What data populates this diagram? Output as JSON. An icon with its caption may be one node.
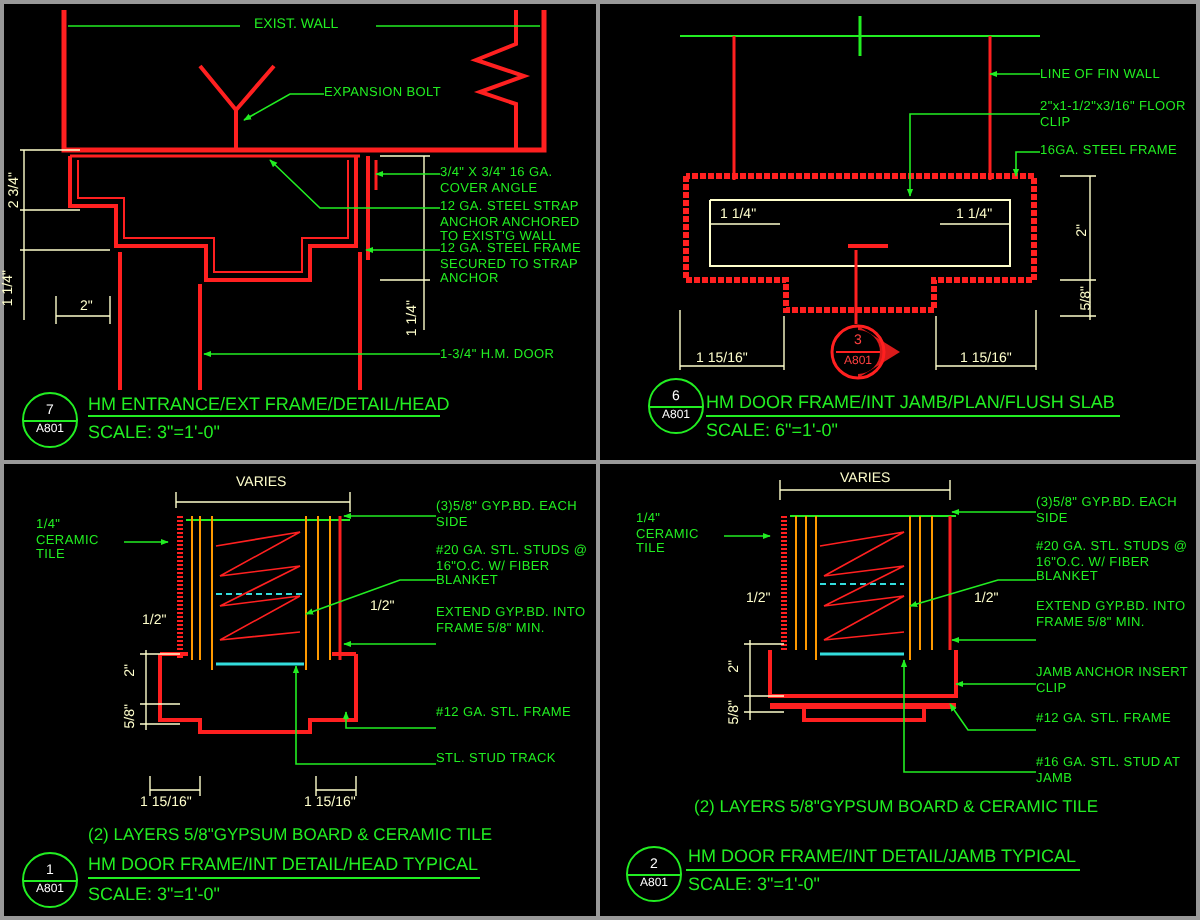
{
  "diagram": {
    "nodes": [
      {
        "text": [
          "EXPANSION BOLT"
        ]
      },
      {
        "text": [
          "3/4\" X 3/4\" 16 GA. COVER ANGLE"
        ]
      },
      {
        "text": [
          "12 GA. STEEL STRAP ANCHOR ANCHORED TO EXIST'G WALL"
        ]
      },
      {
        "text": [
          "12 GA. STEEL FRAME SECURED TO STRAP ANCHOR"
        ]
      },
      {
        "text": [
          "1-3/4\" H.M. DOOR"
        ]
      },
      {
        "text": [
          "7",
          "A801"
        ]
      },
      {
        "text": [
          "LINE OF FIN WALL"
        ]
      },
      {
        "text": [
          "2\"x1-1/2\"x3/16\" FLOOR CLIP"
        ]
      },
      {
        "text": [
          "16GA. STEEL FRAME"
        ]
      },
      {
        "text": [
          "3",
          "A801"
        ]
      },
      {
        "text": [
          "6",
          "A801"
        ]
      },
      {
        "text": [
          "1/4\" CERAMIC TILE"
        ]
      },
      {
        "text": [
          "(3)5/8\" GYP.BD. EACH SIDE"
        ]
      },
      {
        "text": [
          "#20 GA. STL. STUDS @ 16\"O.C. W/ FIBER BLANKET"
        ]
      },
      {
        "text": [
          "EXTEND GYP.BD. INTO FRAME 5/8\" MIN."
        ]
      },
      {
        "text": [
          "#12 GA. STL. FRAME"
        ]
      },
      {
        "text": [
          "STL. STUD TRACK"
        ]
      },
      {
        "text": [
          "1",
          "A801"
        ]
      },
      {
        "text": [
          "1/4\" CERAMIC TILE"
        ]
      },
      {
        "text": [
          "(3)5/8\" GYP.BD. EACH SIDE"
        ]
      },
      {
        "text": [
          "#20 GA. STL. STUDS @ 16\"O.C. W/ FIBER BLANKET"
        ]
      },
      {
        "text": [
          "EXTEND GYP.BD. INTO FRAME 5/8\" MIN."
        ]
      },
      {
        "text": [
          "JAMB ANCHOR INSERT CLIP"
        ]
      },
      {
        "text": [
          "#12 GA. STL. FRAME"
        ]
      },
      {
        "text": [
          "#16 GA. STL. STUD AT JAMB"
        ]
      },
      {
        "text": [
          "2",
          "A801"
        ]
      }
    ],
    "edges": [
      {
        "from": 0,
        "to": null,
        "arrow": "to"
      },
      {
        "from": 1,
        "to": null,
        "arrow": "to"
      },
      {
        "from": 2,
        "to": null,
        "arrow": "to"
      },
      {
        "from": 3,
        "to": null,
        "arrow": "to"
      },
      {
        "from": 4,
        "to": null,
        "arrow": "to"
      },
      {
        "from": 6,
        "to": null,
        "arrow": "to"
      },
      {
        "from": 7,
        "to": null,
        "arrow": "to"
      },
      {
        "from": 8,
        "to": null,
        "arrow": "to"
      },
      {
        "from": 11,
        "to": null,
        "arrow": "to"
      },
      {
        "from": 12,
        "to": null,
        "arrow": "to"
      },
      {
        "from": 13,
        "to": null,
        "arrow": "to"
      },
      {
        "from": 14,
        "to": null,
        "arrow": "to"
      },
      {
        "from": 15,
        "to": null,
        "arrow": "to"
      },
      {
        "from": 16,
        "to": null,
        "arrow": "to"
      },
      {
        "from": 18,
        "to": null,
        "arrow": "to"
      },
      {
        "from": 19,
        "to": null,
        "arrow": "to"
      },
      {
        "from": 20,
        "to": null,
        "arrow": "to"
      },
      {
        "from": 21,
        "to": null,
        "arrow": "to"
      },
      {
        "from": 22,
        "to": null,
        "arrow": "to"
      },
      {
        "from": 23,
        "to": null,
        "arrow": "to"
      },
      {
        "from": 24,
        "to": null,
        "arrow": "to"
      }
    ],
    "labels": [
      "EXIST. WALL",
      "2 3/4\"",
      "1 1/4\"",
      "2\"",
      "1 1/4\"",
      "HM ENTRANCE/EXT FRAME/DETAIL/HEAD",
      "SCALE: 3\"=1'-0\"",
      "1 1/4\"",
      "1 1/4\"",
      "2\"",
      "5/8\"",
      "1 15/16\"",
      "1 15/16\"",
      "HM DOOR FRAME/INT JAMB/PLAN/FLUSH SLAB",
      "SCALE: 6\"=1'-0\"",
      "VARIES",
      "1/2\"",
      "1/2\"",
      "2\"",
      "5/8\"",
      "1 15/16\"",
      "1 15/16\"",
      "(2) LAYERS 5/8\"GYPSUM BOARD & CERAMIC TILE",
      "HM DOOR FRAME/INT DETAIL/HEAD TYPICAL",
      "SCALE: 3\"=1'-0\"",
      "VARIES",
      "1/2\"",
      "1/2\"",
      "2\"",
      "5/8\"",
      "(2) LAYERS 5/8\"GYPSUM BOARD & CERAMIC TILE",
      "HM DOOR FRAME/INT DETAIL/JAMB TYPICAL",
      "SCALE: 3\"=1'-0\""
    ]
  }
}
